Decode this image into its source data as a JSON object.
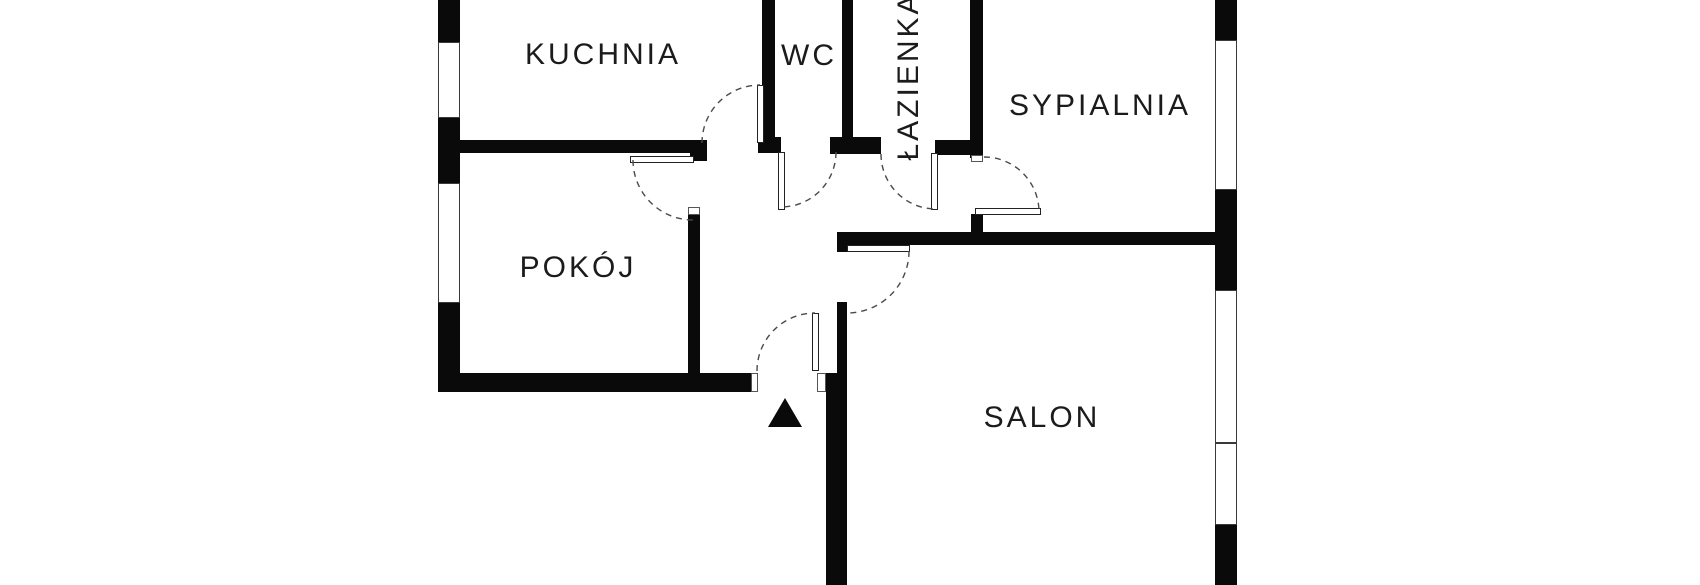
{
  "floor_plan": {
    "type": "apartment-floor-plan",
    "rooms": [
      {
        "id": "kuchnia",
        "label": "KUCHNIA"
      },
      {
        "id": "wc",
        "label": "WC"
      },
      {
        "id": "lazienka",
        "label": "ŁAZIENKA"
      },
      {
        "id": "sypialnia",
        "label": "SYPIALNIA"
      },
      {
        "id": "pokoj",
        "label": "POKÓJ"
      },
      {
        "id": "salon",
        "label": "SALON"
      }
    ],
    "colors": {
      "background": "#ffffff",
      "wall": "#0a0a0a",
      "label_text": "#1b1b1b",
      "door_arc": "#4a4a4a",
      "window_outline": "#3a3a3a"
    },
    "entrance_marker": "triangle-up"
  }
}
